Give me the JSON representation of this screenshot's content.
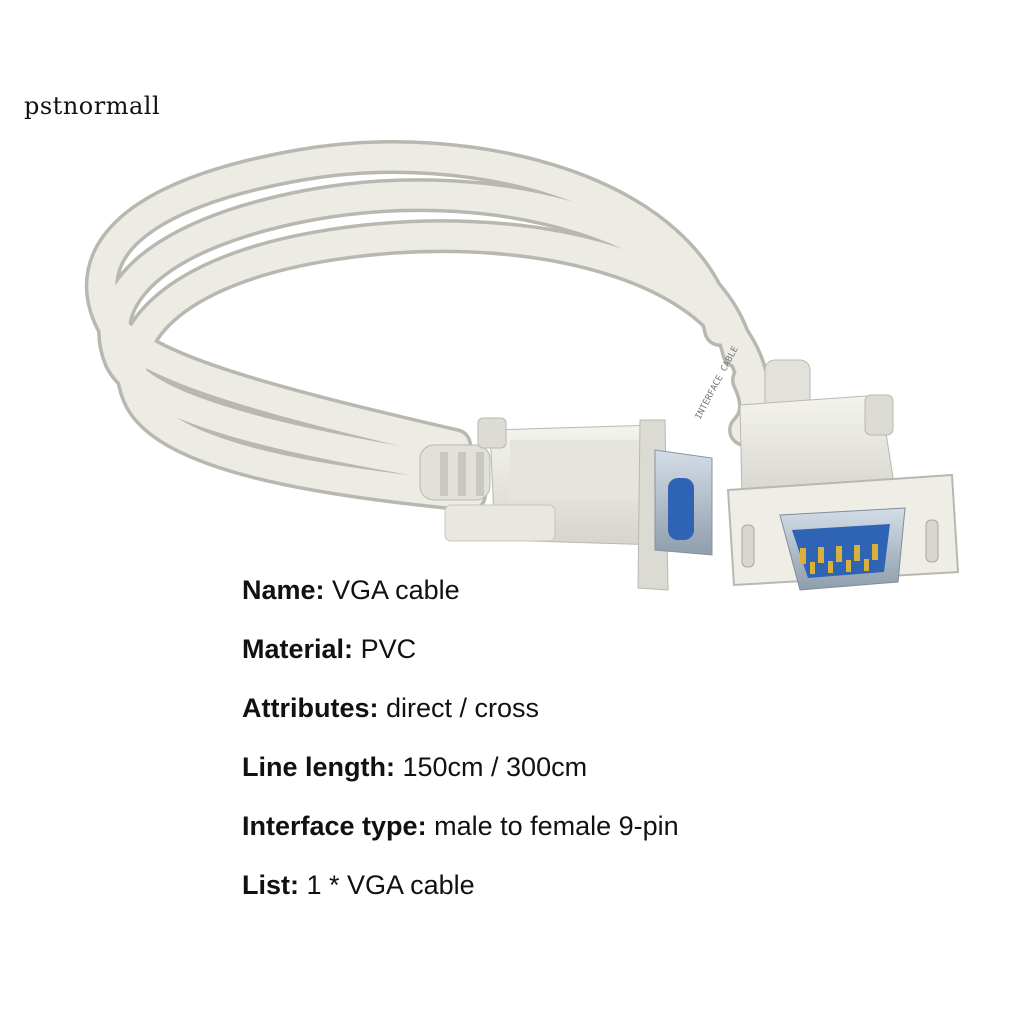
{
  "watermark": "pstnormall",
  "product": {
    "image_icon": "db9-serial-cable-image",
    "cable_print": "INTERFACE CABLE",
    "colors": {
      "cable": "#ecebe4",
      "cable_shadow": "#b9b8b0",
      "connector_shell": "#a9b7c4",
      "connector_insulator": "#2f63b4",
      "pins": "#d9b13a"
    }
  },
  "specs": [
    {
      "label": "Name:",
      "value": "VGA cable"
    },
    {
      "label": "Material:",
      "value": "PVC"
    },
    {
      "label": "Attributes:",
      "value": "direct / cross"
    },
    {
      "label": "Line length:",
      "value": "150cm / 300cm"
    },
    {
      "label": "Interface type:",
      "value": "male to female 9-pin"
    },
    {
      "label": "List:",
      "value": "1 * VGA cable"
    }
  ]
}
